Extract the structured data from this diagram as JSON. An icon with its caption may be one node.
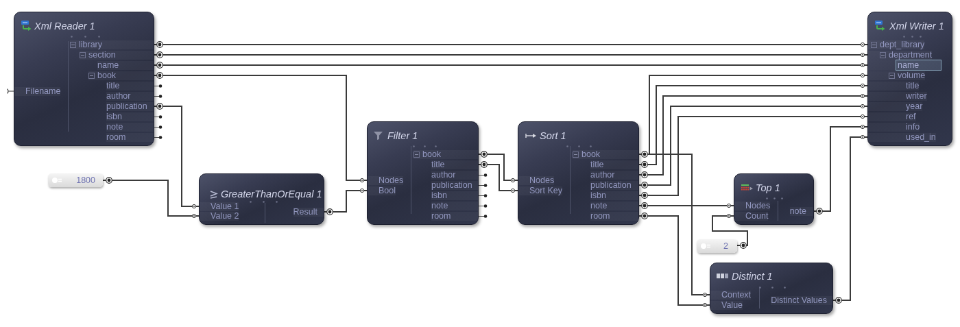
{
  "diagram": {
    "nodes": [
      {
        "text": [
          "Xml Reader 1"
        ]
      },
      {
        "text": [
          "Filename"
        ],
        "in": 0
      },
      {
        "text": [
          "library"
        ],
        "in": 0
      },
      {
        "text": [
          "section"
        ],
        "in": 0
      },
      {
        "text": [
          "name"
        ],
        "in": 0
      },
      {
        "text": [
          "book"
        ],
        "in": 0
      },
      {
        "text": [
          "title"
        ],
        "in": 0
      },
      {
        "text": [
          "author"
        ],
        "in": 0
      },
      {
        "text": [
          "publication"
        ],
        "in": 0
      },
      {
        "text": [
          "isbn"
        ],
        "in": 0
      },
      {
        "text": [
          "note"
        ],
        "in": 0
      },
      {
        "text": [
          "room"
        ],
        "in": 0
      },
      {
        "text": [
          "Xml Writer 1"
        ]
      },
      {
        "text": [
          "dept_library"
        ],
        "in": 12
      },
      {
        "text": [
          "department"
        ],
        "in": 12
      },
      {
        "text": [
          "name"
        ],
        "in": 12
      },
      {
        "text": [
          "volume"
        ],
        "in": 12
      },
      {
        "text": [
          "title"
        ],
        "in": 12
      },
      {
        "text": [
          "writer"
        ],
        "in": 12
      },
      {
        "text": [
          "year"
        ],
        "in": 12
      },
      {
        "text": [
          "ref"
        ],
        "in": 12
      },
      {
        "text": [
          "info"
        ],
        "in": 12
      },
      {
        "text": [
          "used_in"
        ],
        "in": 12
      },
      {
        "text": [
          "1800"
        ]
      },
      {
        "text": [
          "GreaterThanOrEqual 1"
        ]
      },
      {
        "text": [
          "Value 1"
        ],
        "in": 24
      },
      {
        "text": [
          "Value 2"
        ],
        "in": 24
      },
      {
        "text": [
          "Result"
        ],
        "in": 24
      },
      {
        "text": [
          "Filter 1"
        ]
      },
      {
        "text": [
          "Nodes"
        ],
        "in": 28
      },
      {
        "text": [
          "Bool"
        ],
        "in": 28
      },
      {
        "text": [
          "book"
        ],
        "in": 28
      },
      {
        "text": [
          "title"
        ],
        "in": 28
      },
      {
        "text": [
          "author"
        ],
        "in": 28
      },
      {
        "text": [
          "publication"
        ],
        "in": 28
      },
      {
        "text": [
          "isbn"
        ],
        "in": 28
      },
      {
        "text": [
          "note"
        ],
        "in": 28
      },
      {
        "text": [
          "room"
        ],
        "in": 28
      },
      {
        "text": [
          "Sort 1"
        ]
      },
      {
        "text": [
          "Nodes"
        ],
        "in": 38
      },
      {
        "text": [
          "Sort Key"
        ],
        "in": 38
      },
      {
        "text": [
          "book"
        ],
        "in": 38
      },
      {
        "text": [
          "title"
        ],
        "in": 38
      },
      {
        "text": [
          "author"
        ],
        "in": 38
      },
      {
        "text": [
          "publication"
        ],
        "in": 38
      },
      {
        "text": [
          "isbn"
        ],
        "in": 38
      },
      {
        "text": [
          "note"
        ],
        "in": 38
      },
      {
        "text": [
          "room"
        ],
        "in": 38
      },
      {
        "text": [
          "Top 1"
        ]
      },
      {
        "text": [
          "Nodes"
        ],
        "in": 48
      },
      {
        "text": [
          "Count"
        ],
        "in": 48
      },
      {
        "text": [
          "note"
        ],
        "in": 48
      },
      {
        "text": [
          "2"
        ]
      },
      {
        "text": [
          "Distinct 1"
        ]
      },
      {
        "text": [
          "Context"
        ],
        "in": 53
      },
      {
        "text": [
          "Value"
        ],
        "in": 53
      },
      {
        "text": [
          "Distinct Values"
        ],
        "in": 53
      }
    ],
    "edges": [
      {
        "from": 2,
        "to": 13,
        "arrow": "other"
      },
      {
        "from": 3,
        "to": 14,
        "arrow": "other"
      },
      {
        "from": 4,
        "to": 15,
        "arrow": "other"
      },
      {
        "from": 5,
        "to": 29,
        "arrow": "other"
      },
      {
        "from": 8,
        "to": 25,
        "arrow": "other"
      },
      {
        "from": 23,
        "to": 26,
        "arrow": "other"
      },
      {
        "from": 27,
        "to": 30,
        "arrow": "other"
      },
      {
        "from": 31,
        "to": 39,
        "arrow": "other"
      },
      {
        "from": 32,
        "to": 40,
        "arrow": "other"
      },
      {
        "from": 41,
        "to": 16,
        "arrow": "other"
      },
      {
        "from": 42,
        "to": 17,
        "arrow": "other"
      },
      {
        "from": 43,
        "to": 18,
        "arrow": "other"
      },
      {
        "from": 44,
        "to": 19,
        "arrow": "other"
      },
      {
        "from": 45,
        "to": 20,
        "arrow": "other"
      },
      {
        "from": 46,
        "to": 49,
        "arrow": "other"
      },
      {
        "from": 41,
        "to": 54,
        "arrow": "other"
      },
      {
        "from": 47,
        "to": 55,
        "arrow": "other"
      },
      {
        "from": 52,
        "to": 50,
        "arrow": "other"
      },
      {
        "from": 51,
        "to": 21,
        "arrow": "other"
      },
      {
        "from": 56,
        "to": 22,
        "arrow": "other"
      }
    ]
  }
}
